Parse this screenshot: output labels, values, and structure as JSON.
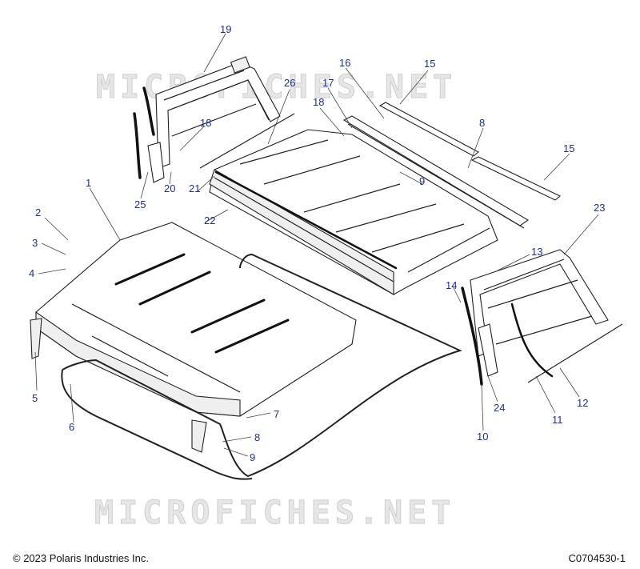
{
  "watermarks": [
    "MICROFICHES.NET",
    "MICROFICHES.NET"
  ],
  "callouts": [
    {
      "id": "c19",
      "label": "19"
    },
    {
      "id": "c26",
      "label": "26"
    },
    {
      "id": "c16",
      "label": "16"
    },
    {
      "id": "c15a",
      "label": "15"
    },
    {
      "id": "c17",
      "label": "17"
    },
    {
      "id": "c18a",
      "label": "18"
    },
    {
      "id": "c18b",
      "label": "18"
    },
    {
      "id": "c8a",
      "label": "8"
    },
    {
      "id": "c15b",
      "label": "15"
    },
    {
      "id": "c9a",
      "label": "9"
    },
    {
      "id": "c21",
      "label": "21"
    },
    {
      "id": "c20",
      "label": "20"
    },
    {
      "id": "c25",
      "label": "25"
    },
    {
      "id": "c1",
      "label": "1"
    },
    {
      "id": "c22",
      "label": "22"
    },
    {
      "id": "c2",
      "label": "2"
    },
    {
      "id": "c3",
      "label": "3"
    },
    {
      "id": "c4",
      "label": "4"
    },
    {
      "id": "c23",
      "label": "23"
    },
    {
      "id": "c13",
      "label": "13"
    },
    {
      "id": "c14",
      "label": "14"
    },
    {
      "id": "c5",
      "label": "5"
    },
    {
      "id": "c6",
      "label": "6"
    },
    {
      "id": "c7",
      "label": "7"
    },
    {
      "id": "c8b",
      "label": "8"
    },
    {
      "id": "c9b",
      "label": "9"
    },
    {
      "id": "c24",
      "label": "24"
    },
    {
      "id": "c12",
      "label": "12"
    },
    {
      "id": "c11",
      "label": "11"
    },
    {
      "id": "c10",
      "label": "10"
    }
  ],
  "footer": {
    "copyright": "© 2023 Polaris Industries Inc.",
    "part_number": "C0704530-1"
  }
}
